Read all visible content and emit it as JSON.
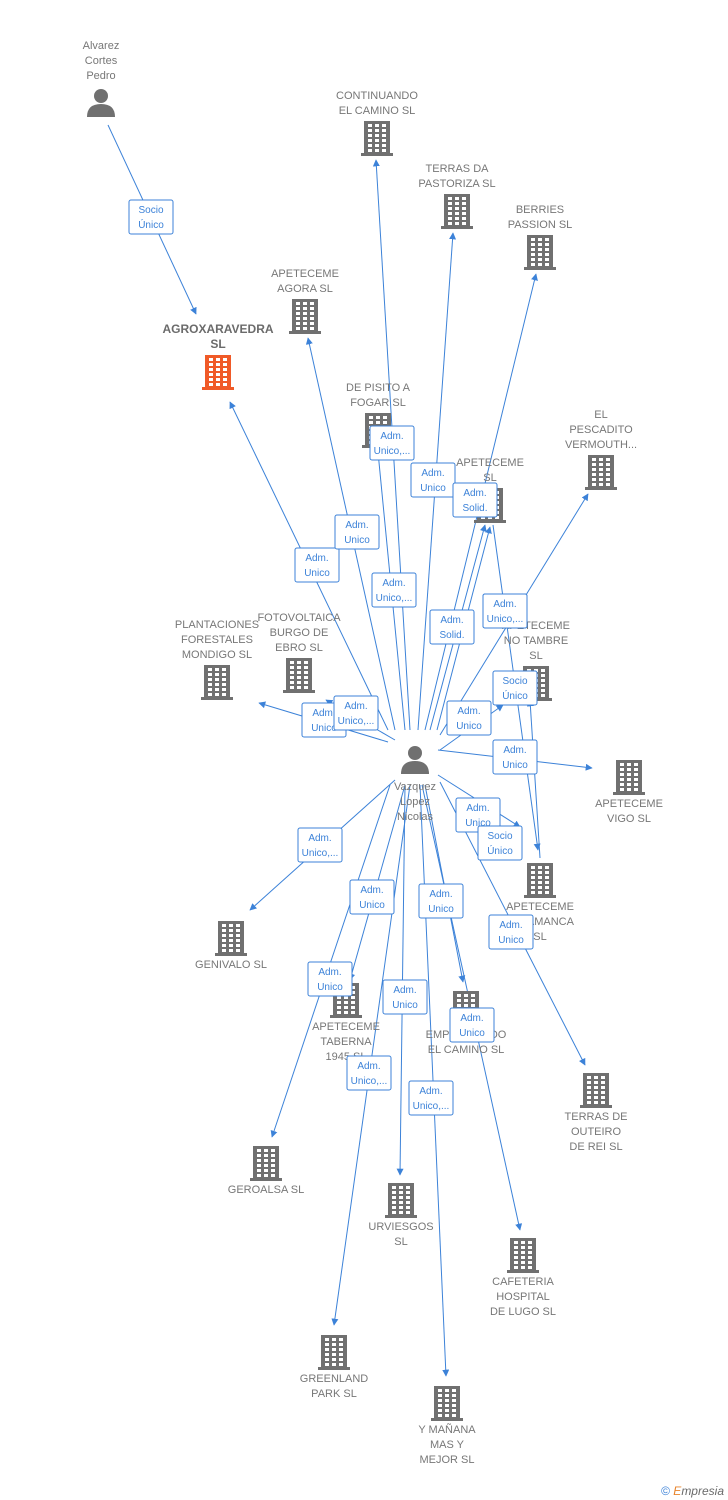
{
  "colors": {
    "edge": "#3c82d8",
    "node_person": "#707070",
    "node_company": "#707070",
    "node_focus": "#f05a28"
  },
  "nodes": [
    {
      "id": "alvarez",
      "type": "person",
      "label": [
        "Alvarez",
        "Cortes",
        "Pedro"
      ]
    },
    {
      "id": "vazquez",
      "type": "person",
      "label": [
        "Vazquez",
        "Lopez",
        "Nicolas"
      ]
    },
    {
      "id": "agroxaravedra",
      "type": "company",
      "focus": true,
      "label": [
        "AGROXARAVEDRA",
        "SL"
      ]
    },
    {
      "id": "continuando",
      "type": "company",
      "label": [
        "CONTINUANDO",
        "EL CAMINO  SL"
      ]
    },
    {
      "id": "terras_pastoriza",
      "type": "company",
      "label": [
        "TERRAS DA",
        "PASTORIZA  SL"
      ]
    },
    {
      "id": "berries",
      "type": "company",
      "label": [
        "BERRIES",
        "PASSION  SL"
      ]
    },
    {
      "id": "apeteceme_agora",
      "type": "company",
      "label": [
        "APETECEME",
        "AGORA  SL"
      ]
    },
    {
      "id": "de_pisito",
      "type": "company",
      "label": [
        "DE PISITO A",
        "FOGAR  SL"
      ]
    },
    {
      "id": "apeteceme_sl",
      "type": "company",
      "label": [
        "APETECEME",
        "SL"
      ]
    },
    {
      "id": "el_pescadito",
      "type": "company",
      "label": [
        "EL",
        "PESCADITO",
        "VERMOUTH..."
      ]
    },
    {
      "id": "plantaciones",
      "type": "company",
      "label": [
        "PLANTACIONES",
        "FORESTALES",
        "MONDIGO  SL"
      ]
    },
    {
      "id": "fotovoltaica",
      "type": "company",
      "label": [
        "FOTOVOLTAICA",
        "BURGO DE",
        "EBRO  SL"
      ]
    },
    {
      "id": "apeteceme_tambre",
      "type": "company",
      "label": [
        "APETECEME",
        "NO TAMBRE",
        "SL"
      ]
    },
    {
      "id": "apeteceme_vigo",
      "type": "company",
      "label": [
        "APETECEME",
        "VIGO  SL"
      ]
    },
    {
      "id": "apeteceme_salamanca",
      "type": "company",
      "label": [
        "APETECEME",
        "SALAMANCA",
        "SL"
      ]
    },
    {
      "id": "genivalo",
      "type": "company",
      "label": [
        "GENIVALO  SL"
      ]
    },
    {
      "id": "apeteceme_taberna",
      "type": "company",
      "label": [
        "APETECEME",
        "TABERNA",
        "1945 SL"
      ]
    },
    {
      "id": "empresas_camino",
      "type": "company",
      "label": [
        "EMPRESAS DO",
        "EL CAMINO SL"
      ]
    },
    {
      "id": "terras_outeiro",
      "type": "company",
      "label": [
        "TERRAS DE",
        "OUTEIRO",
        "DE REI  SL"
      ]
    },
    {
      "id": "geroalsa",
      "type": "company",
      "label": [
        "GEROALSA  SL"
      ]
    },
    {
      "id": "urviesgos",
      "type": "company",
      "label": [
        "URVIESGOS",
        "SL"
      ]
    },
    {
      "id": "cafeteria",
      "type": "company",
      "label": [
        "CAFETERIA",
        "HOSPITAL",
        "DE LUGO  SL"
      ]
    },
    {
      "id": "greenland",
      "type": "company",
      "label": [
        "GREENLAND",
        "PARK  SL"
      ]
    },
    {
      "id": "y_manana",
      "type": "company",
      "label": [
        "Y MAÑANA",
        "MAS Y",
        "MEJOR  SL"
      ]
    }
  ],
  "edges": [
    {
      "from": "alvarez",
      "to": "agroxaravedra",
      "label": [
        "Socio",
        "Único"
      ]
    },
    {
      "from": "vazquez",
      "to": "agroxaravedra",
      "label": [
        "Adm.",
        "Unico"
      ]
    },
    {
      "from": "vazquez",
      "to": "continuando",
      "label": [
        "Adm.",
        "Unico,..."
      ]
    },
    {
      "from": "vazquez",
      "to": "terras_pastoriza",
      "label": [
        "Adm.",
        "Unico"
      ]
    },
    {
      "from": "vazquez",
      "to": "berries",
      "label": [
        "Adm.",
        "Unico,..."
      ]
    },
    {
      "from": "vazquez",
      "to": "apeteceme_agora",
      "label": [
        "Adm.",
        "Unico"
      ]
    },
    {
      "from": "vazquez",
      "to": "de_pisito",
      "label": [
        "Adm.",
        "Unico,..."
      ]
    },
    {
      "from": "vazquez",
      "to": "apeteceme_sl",
      "label": [
        "Adm.",
        "Solid."
      ]
    },
    {
      "from": "vazquez",
      "to": "apeteceme_sl",
      "label": [
        "Adm.",
        "Solid."
      ]
    },
    {
      "from": "vazquez",
      "to": "el_pescadito",
      "label": [
        "Adm.",
        "Unico,..."
      ]
    },
    {
      "from": "vazquez",
      "to": "plantaciones",
      "label": [
        "Adm.",
        "Unico"
      ]
    },
    {
      "from": "vazquez",
      "to": "fotovoltaica",
      "label": [
        "Adm.",
        "Unico,..."
      ]
    },
    {
      "from": "vazquez",
      "to": "apeteceme_tambre",
      "label": [
        "Adm.",
        "Unico"
      ]
    },
    {
      "from": "apeteceme_salamanca",
      "to": "apeteceme_tambre",
      "label": [
        "Socio",
        "Único"
      ]
    },
    {
      "from": "vazquez",
      "to": "apeteceme_vigo",
      "label": [
        "Adm.",
        "Unico"
      ]
    },
    {
      "from": "vazquez",
      "to": "apeteceme_salamanca",
      "label": [
        "Adm.",
        "Unico"
      ]
    },
    {
      "from": "apeteceme_sl",
      "to": "apeteceme_salamanca",
      "label": [
        "Socio",
        "Único"
      ]
    },
    {
      "from": "vazquez",
      "to": "genivalo",
      "label": [
        "Adm.",
        "Unico,..."
      ]
    },
    {
      "from": "vazquez",
      "to": "apeteceme_taberna",
      "label": [
        "Adm.",
        "Unico"
      ]
    },
    {
      "from": "vazquez",
      "to": "empresas_camino",
      "label": [
        "Adm.",
        "Unico"
      ]
    },
    {
      "from": "vazquez",
      "to": "terras_outeiro",
      "label": [
        "Adm.",
        "Unico"
      ]
    },
    {
      "from": "vazquez",
      "to": "geroalsa",
      "label": [
        "Adm.",
        "Unico"
      ]
    },
    {
      "from": "vazquez",
      "to": "urviesgos",
      "label": [
        "Adm.",
        "Unico"
      ]
    },
    {
      "from": "vazquez",
      "to": "cafeteria",
      "label": [
        "Adm.",
        "Unico"
      ]
    },
    {
      "from": "vazquez",
      "to": "greenland",
      "label": [
        "Adm.",
        "Unico,..."
      ]
    },
    {
      "from": "vazquez",
      "to": "y_manana",
      "label": [
        "Adm.",
        "Unico,..."
      ]
    }
  ],
  "footer": {
    "copyright": "©",
    "brand_initial": "E",
    "brand_rest": "mpresia"
  }
}
